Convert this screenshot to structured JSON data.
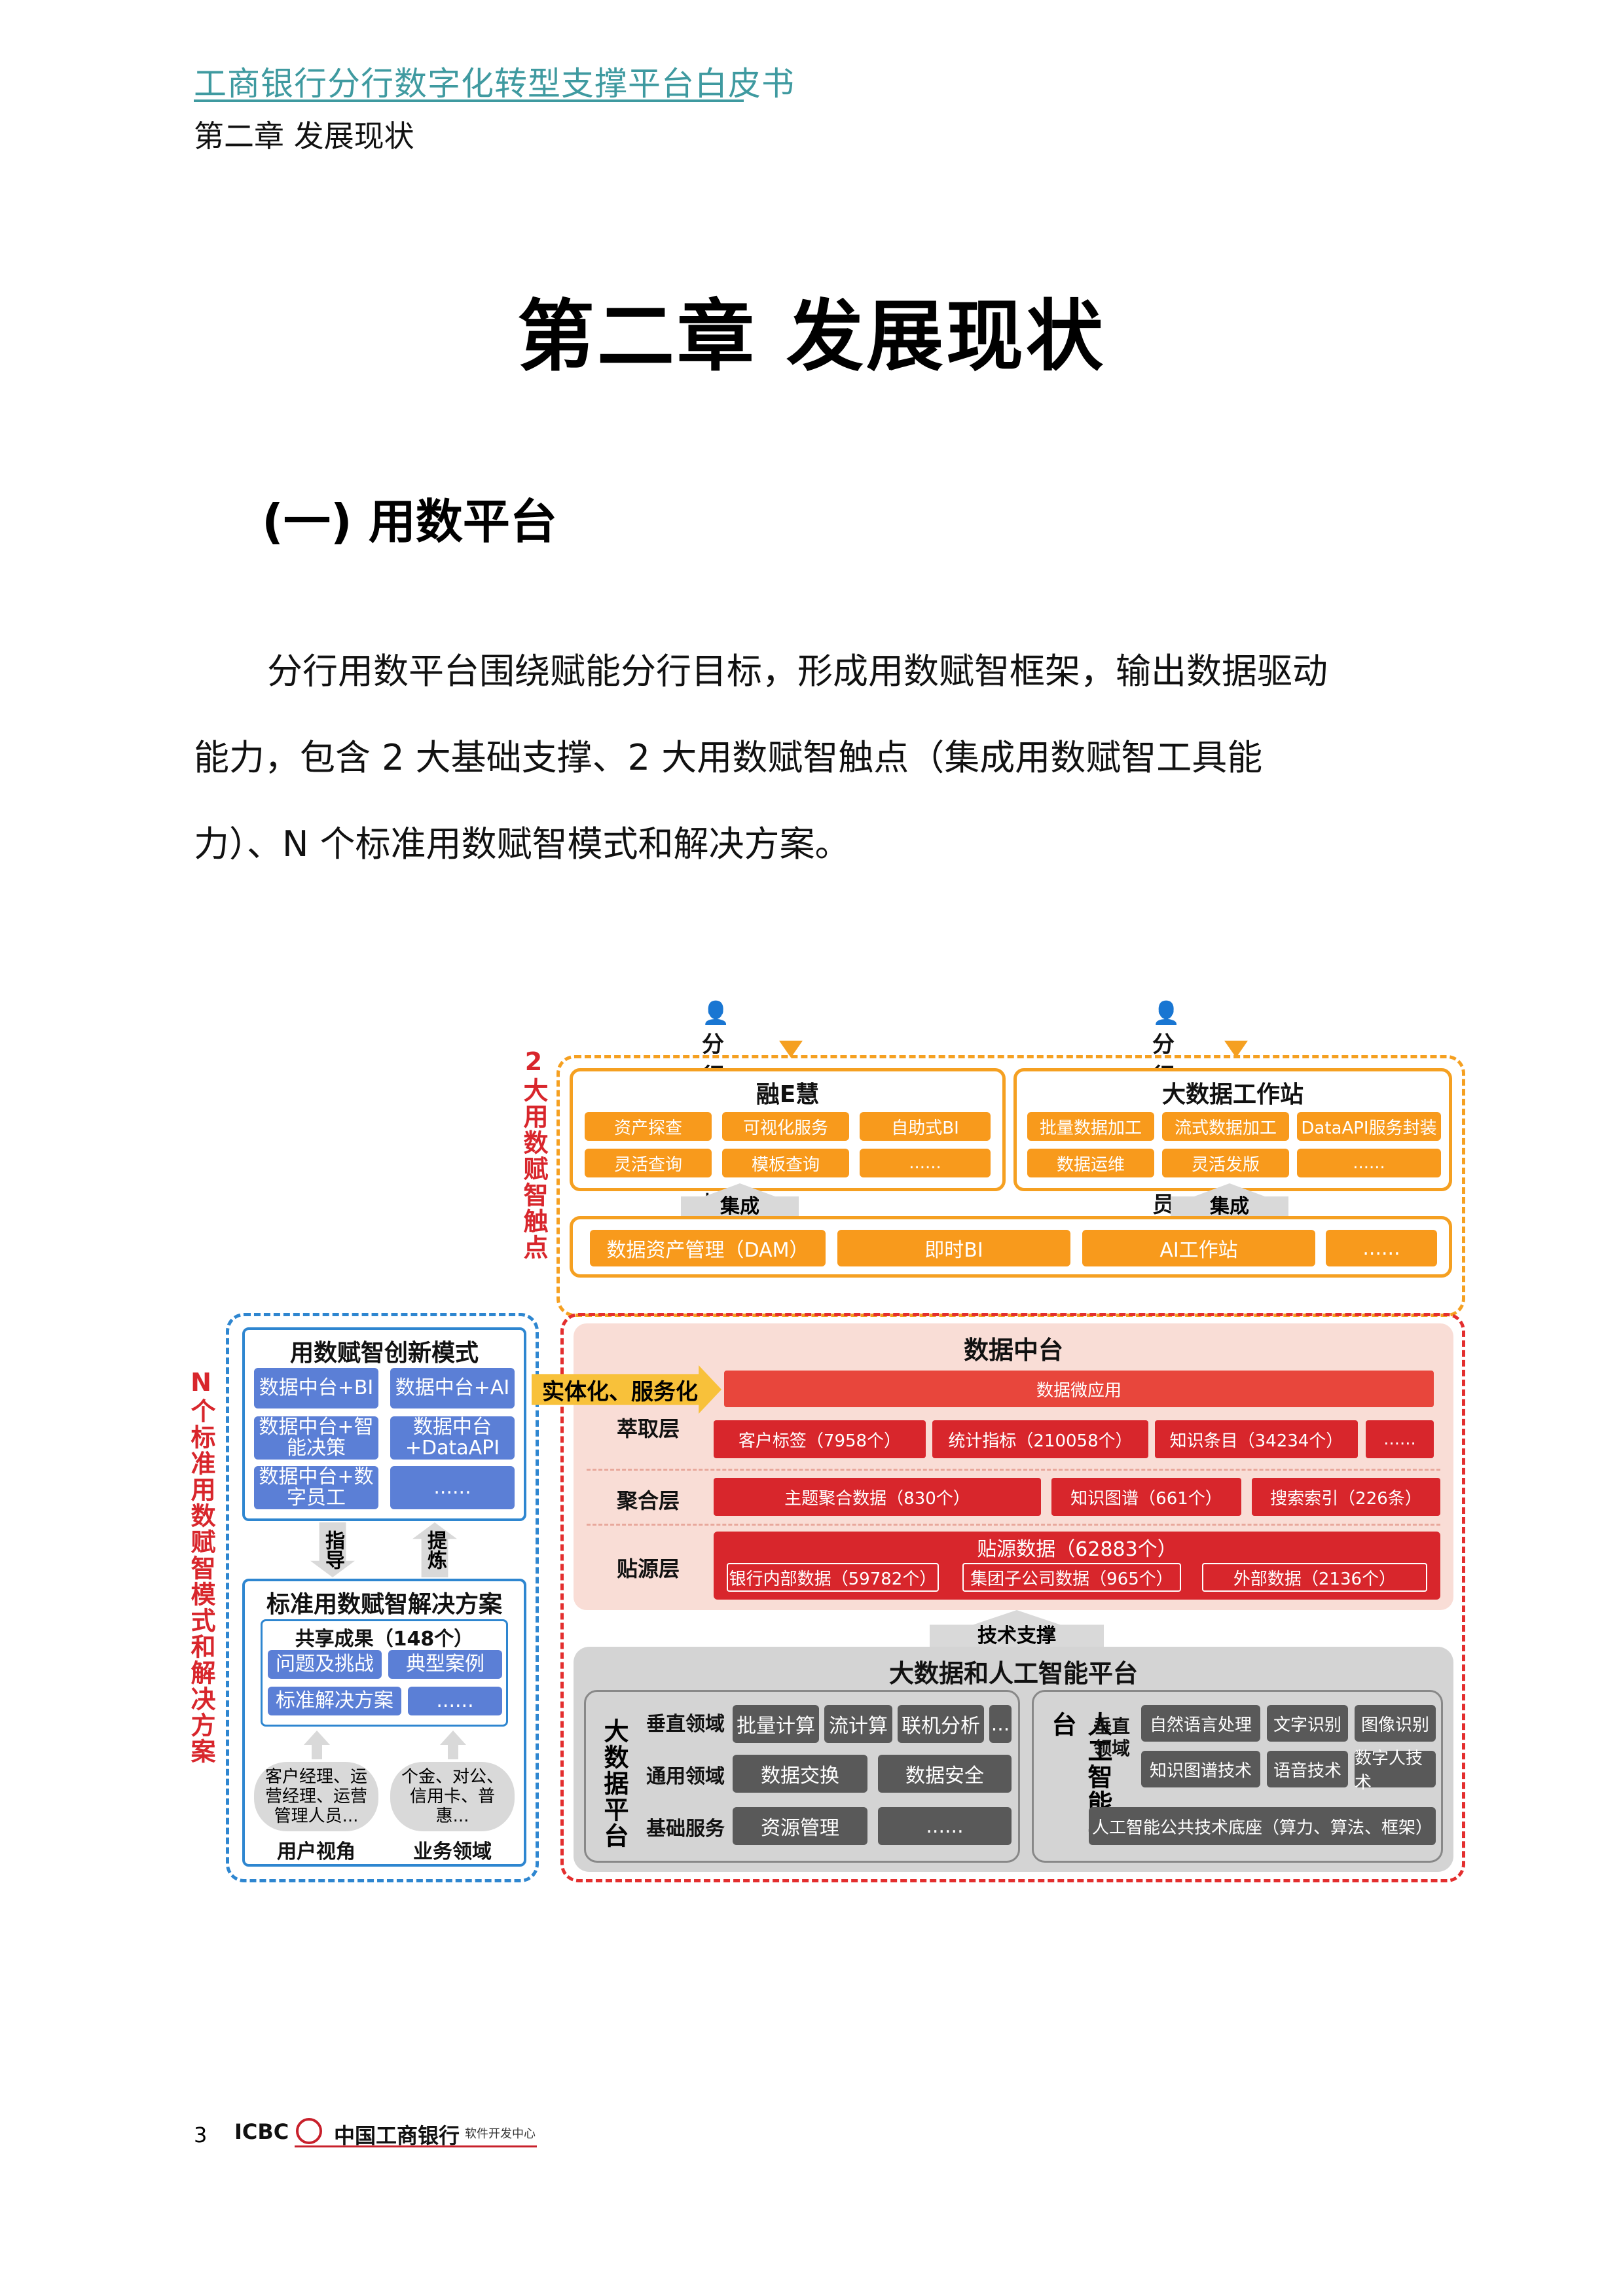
{
  "header": {
    "title": "工商银行分行数字化转型支撑平台白皮书",
    "chapter": "第二章  发展现状"
  },
  "chapter_title": "第二章  发展现状",
  "section_title": "(一) 用数平台",
  "paragraph": [
    "分行用数平台围绕赋能分行目标，形成用数赋智框架，输出数据驱动",
    "能力，包含 2 大基础支撑、2 大用数赋智触点（集成用数赋智工具能",
    "力）、N 个标准用数赋智模式和解决方案。"
  ],
  "diagram": {
    "left_label_2": "2大用数赋智触点",
    "left_label_n": "N个标准用数赋智模式和解决方案",
    "user_analyst": "分行数据分析师",
    "user_tech": "分行科技人员",
    "rongehui": {
      "title": "融E慧",
      "items": [
        "资产探查",
        "可视化服务",
        "自助式BI",
        "灵活查询",
        "模板查询",
        "......"
      ]
    },
    "bigdata_ws": {
      "title": "大数据工作站",
      "items": [
        "批量数据加工",
        "流式数据加工",
        "DataAPI服务封装",
        "数据运维",
        "灵活发版",
        "......"
      ]
    },
    "integrate": "集成",
    "tools": [
      "数据资产管理（DAM）",
      "即时BI",
      "AI工作站",
      "......"
    ],
    "innovation": {
      "title": "用数赋智创新模式",
      "items": [
        "数据中台+BI",
        "数据中台+AI",
        "数据中台+智能决策",
        "数据中台+DataAPI",
        "数据中台+数字员工",
        "......"
      ]
    },
    "guide": "指导",
    "refine": "提炼",
    "solution": {
      "title": "标准用数赋智解决方案",
      "shared": "共享成果（148个）",
      "items": [
        "问题及挑战",
        "典型案例",
        "标准解决方案",
        "......"
      ]
    },
    "user_view": {
      "bubble": "客户经理、运营经理、运营管理人员...",
      "label": "用户视角"
    },
    "biz_domain": {
      "bubble": "个金、对公、信用卡、普惠...",
      "label": "业务领域"
    },
    "entity_arrow": "实体化、服务化",
    "data_center": {
      "title": "数据中台",
      "micro_app": "数据微应用",
      "extract_layer": "萃取层",
      "extract_items": [
        "客户标签（7958个）",
        "统计指标（210058个）",
        "知识条目（34234个）",
        "......"
      ],
      "agg_layer": "聚合层",
      "agg_items": [
        "主题聚合数据（830个）",
        "知识图谱（661个）",
        "搜索索引（226条）"
      ],
      "source_layer": "贴源层",
      "source_title": "贴源数据（62883个）",
      "source_items": [
        "银行内部数据（59782个）",
        "集团子公司数据（965个）",
        "外部数据（2136个）"
      ]
    },
    "tech_support": "技术支撑",
    "ai_platform": {
      "title": "大数据和人工智能平台",
      "bigdata_label": "大数据平台",
      "vertical": "垂直领域",
      "vertical_items": [
        "批量计算",
        "流计算",
        "联机分析",
        "..."
      ],
      "general": "通用领域",
      "general_items": [
        "数据交换",
        "数据安全"
      ],
      "basic": "基础服务",
      "basic_items": [
        "资源管理",
        "......"
      ],
      "ai_label": "人工智能平台",
      "ai_vertical": "垂直领域",
      "ai_items": [
        "自然语言处理",
        "文字识别",
        "图像识别",
        "知识图谱技术",
        "语音技术",
        "数字人技术"
      ],
      "ai_base": "人工智能公共技术底座（算力、算法、框架）"
    }
  },
  "footer": {
    "page": "3",
    "brand": "ICBC",
    "bank": "中国工商银行",
    "sub": "软件开发中心"
  }
}
